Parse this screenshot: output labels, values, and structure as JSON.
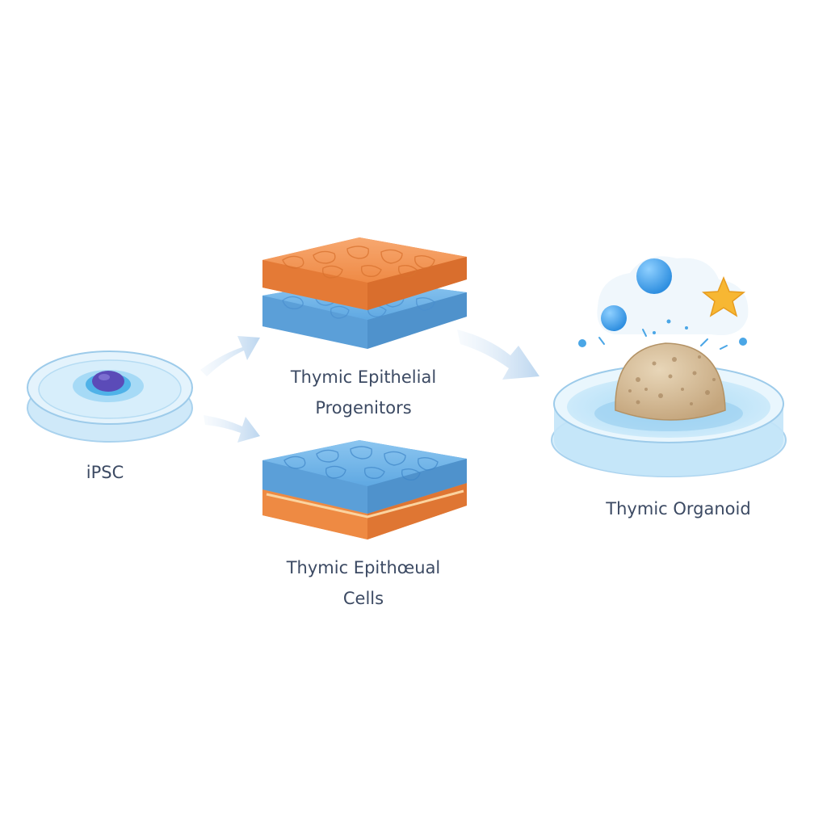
{
  "stages": {
    "ipsc": {
      "label": "iPSC"
    },
    "progenitors": {
      "label_line1": "Thymic Epithelial",
      "label_line2": "Progenitors"
    },
    "epithelial_cells": {
      "label_line1": "Thymic Epithœual",
      "label_line2": "Cells"
    },
    "organoid": {
      "label": "Thymic Organoid"
    }
  },
  "colors": {
    "label_text": "#3c4a63",
    "dish_blue": "#9fd0ef",
    "cell_nucleus": "#5b4bb8",
    "orange_layer": "#f39a5a",
    "blue_layer": "#6fb3e8",
    "organoid_tan": "#d6bf9c",
    "arrow": "#c9dff2",
    "star": "#f7b733",
    "sphere": "#3e9fe6"
  }
}
